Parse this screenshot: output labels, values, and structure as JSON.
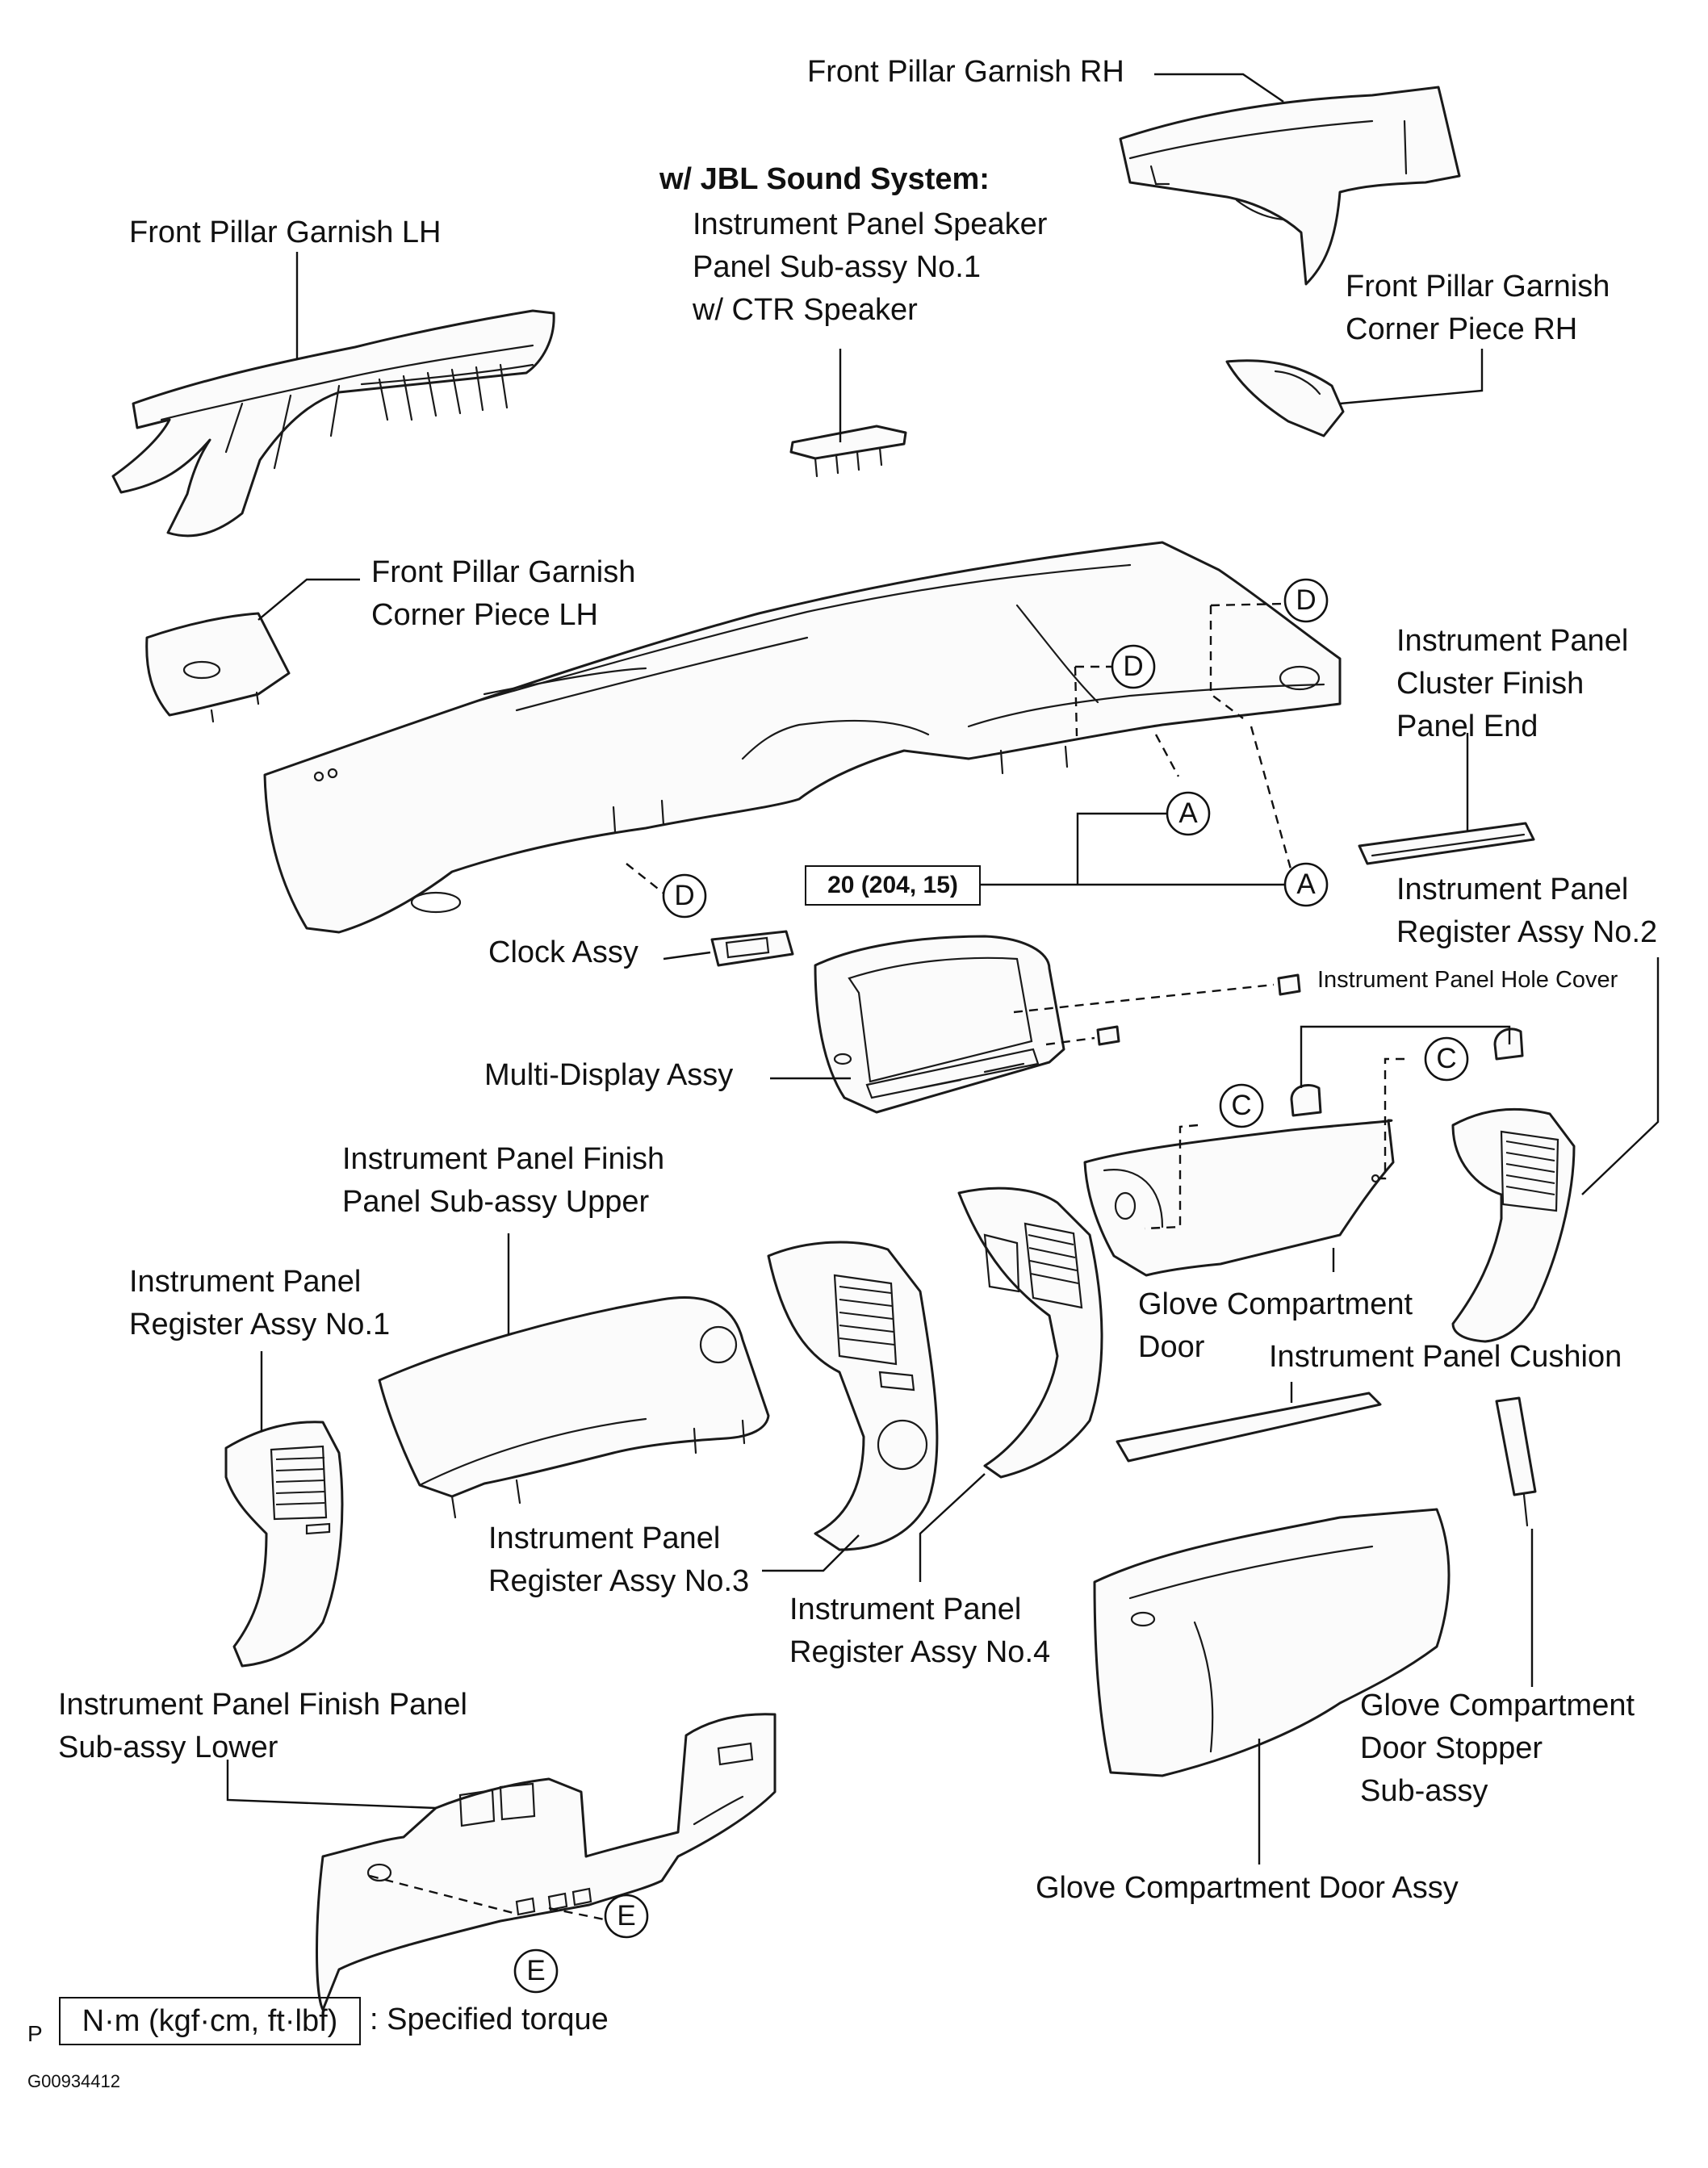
{
  "figure_code": "G00934412",
  "page_mark": "P",
  "section_heading": "w/ JBL Sound System:",
  "labels": {
    "front_pillar_garnish_rh": "Front Pillar Garnish RH",
    "front_pillar_garnish_lh": "Front Pillar Garnish LH",
    "speaker_panel_line1": "Instrument Panel Speaker",
    "speaker_panel_line2": "Panel Sub-assy No.1",
    "speaker_panel_line3": "w/ CTR Speaker",
    "corner_piece_rh_line1": "Front Pillar Garnish",
    "corner_piece_rh_line2": "Corner Piece RH",
    "corner_piece_lh_line1": "Front Pillar Garnish",
    "corner_piece_lh_line2": "Corner Piece LH",
    "cluster_finish_line1": "Instrument Panel",
    "cluster_finish_line2": "Cluster Finish",
    "cluster_finish_line3": "Panel End",
    "register_no2_line1": "Instrument Panel",
    "register_no2_line2": "Register Assy No.2",
    "clock_assy": "Clock Assy",
    "hole_cover": "Instrument Panel Hole Cover",
    "multi_display": "Multi-Display Assy",
    "finish_upper_line1": "Instrument Panel Finish",
    "finish_upper_line2": "Panel Sub-assy Upper",
    "register_no1_line1": "Instrument Panel",
    "register_no1_line2": "Register Assy No.1",
    "glove_door_line1": "Glove Compartment",
    "glove_door_line2": "Door",
    "cushion": "Instrument Panel Cushion",
    "register_no3_line1": "Instrument Panel",
    "register_no3_line2": "Register Assy No.3",
    "register_no4_line1": "Instrument Panel",
    "register_no4_line2": "Register Assy No.4",
    "finish_lower_line1": "Instrument Panel Finish Panel",
    "finish_lower_line2": "Sub-assy Lower",
    "stopper_line1": "Glove Compartment",
    "stopper_line2": "Door Stopper",
    "stopper_line3": "Sub-assy",
    "glove_door_assy": "Glove Compartment Door Assy"
  },
  "callouts": {
    "a": "A",
    "c": "C",
    "d": "D",
    "e": "E"
  },
  "torque_value": "20 (204, 15)",
  "legend": {
    "box": "N·m (kgf·cm, ft·lbf)",
    "text": ": Specified torque"
  }
}
